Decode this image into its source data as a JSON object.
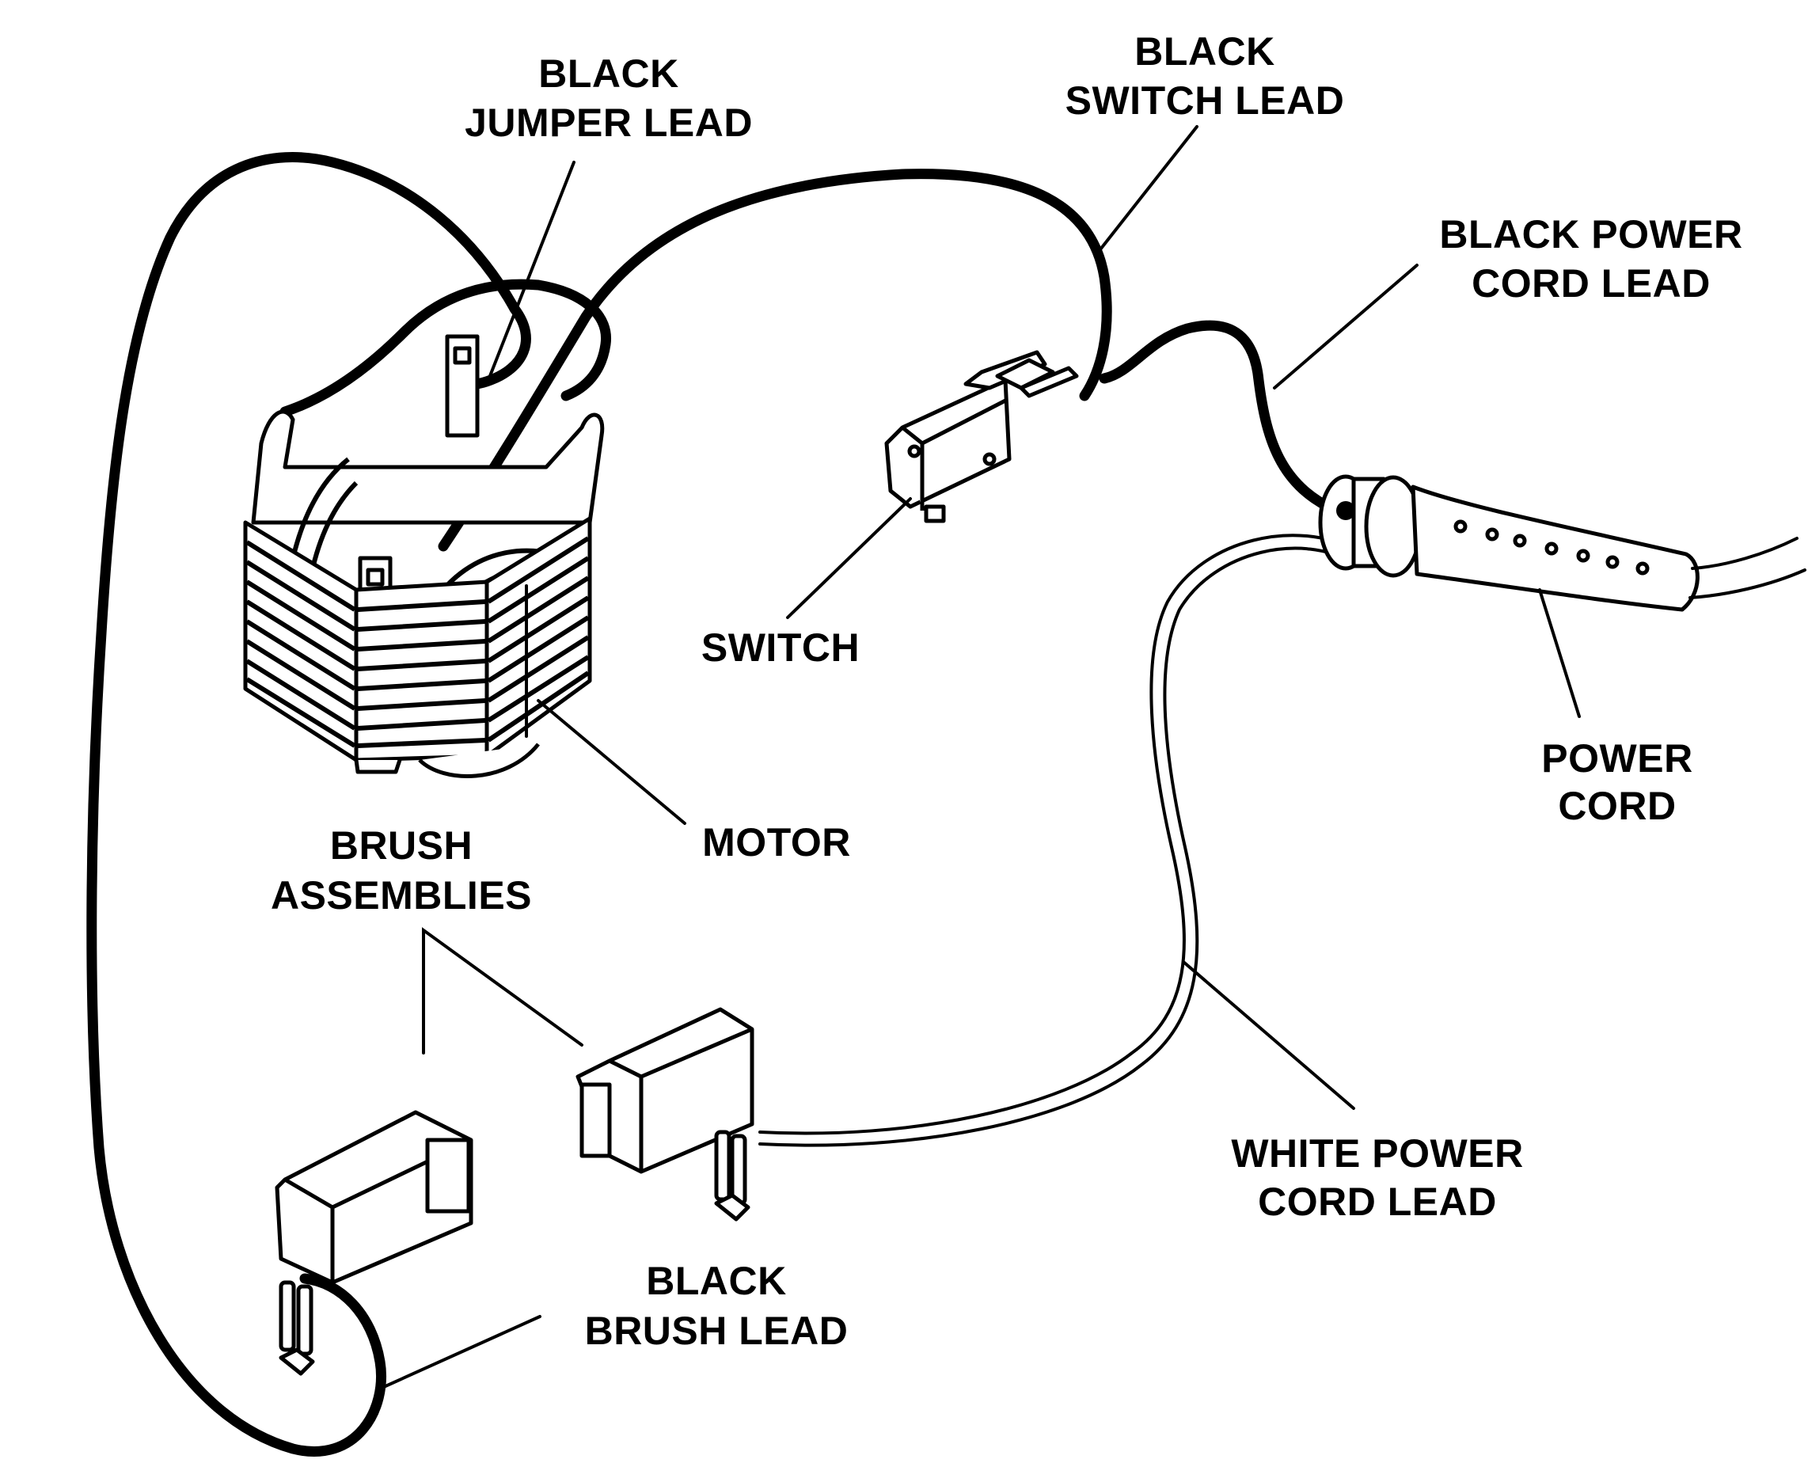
{
  "figure": {
    "type": "wiring-diagram",
    "ink_color": "#000000",
    "background_color": "#ffffff"
  },
  "labels": {
    "black_jumper_lead": [
      "BLACK",
      "JUMPER LEAD"
    ],
    "black_switch_lead": [
      "BLACK",
      "SWITCH LEAD"
    ],
    "black_power_cord_lead": [
      "BLACK POWER",
      "CORD LEAD"
    ],
    "switch": [
      "SWITCH"
    ],
    "motor": [
      "MOTOR"
    ],
    "power_cord": [
      "POWER",
      "CORD"
    ],
    "brush_assemblies": [
      "BRUSH",
      "ASSEMBLIES"
    ],
    "white_power_cord_lead": [
      "WHITE POWER",
      "CORD LEAD"
    ],
    "black_brush_lead": [
      "BLACK",
      "BRUSH LEAD"
    ]
  },
  "components": [
    {
      "id": "motor",
      "name": "Motor"
    },
    {
      "id": "switch",
      "name": "Switch"
    },
    {
      "id": "power-cord",
      "name": "Power Cord"
    },
    {
      "id": "brush-assembly-1",
      "name": "Brush Assembly"
    },
    {
      "id": "brush-assembly-2",
      "name": "Brush Assembly"
    }
  ],
  "connections": [
    {
      "wire": "Black Jumper Lead",
      "from": "motor",
      "to": "brush-assembly-1"
    },
    {
      "wire": "Black Switch Lead",
      "from": "motor",
      "to": "switch"
    },
    {
      "wire": "Black Power Cord Lead",
      "from": "switch",
      "to": "power-cord"
    },
    {
      "wire": "White Power Cord Lead",
      "from": "power-cord",
      "to": "brush-assembly-2"
    },
    {
      "wire": "Black Brush Lead",
      "from": "brush-assembly-1",
      "to": "motor"
    }
  ]
}
